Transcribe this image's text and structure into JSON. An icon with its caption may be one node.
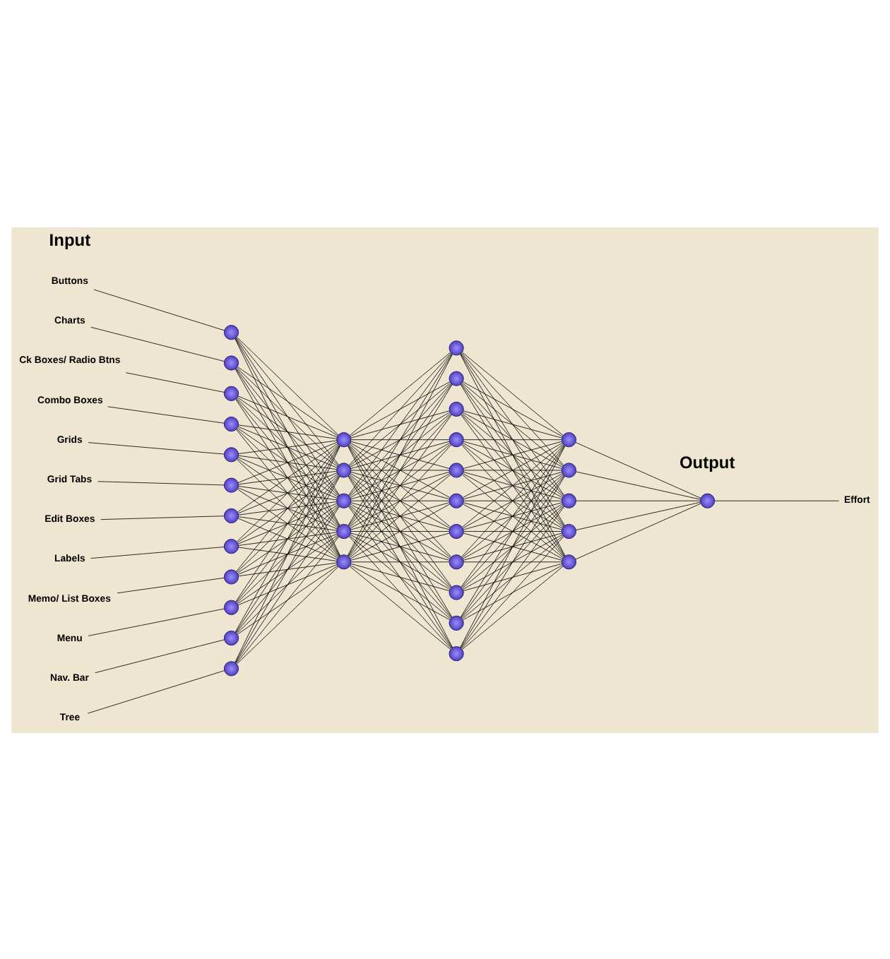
{
  "diagram": {
    "nodes": [
      {
        "text": [
          "Buttons"
        ]
      },
      {
        "text": [
          "Charts"
        ]
      },
      {
        "text": [
          "Ck Boxes/ Radio Btns"
        ]
      },
      {
        "text": [
          "Combo Boxes"
        ]
      },
      {
        "text": [
          "Grids"
        ]
      },
      {
        "text": [
          "Grid Tabs"
        ]
      },
      {
        "text": [
          "Edit Boxes"
        ]
      },
      {
        "text": [
          "Labels"
        ]
      },
      {
        "text": [
          "Memo/ List Boxes"
        ]
      },
      {
        "text": [
          "Menu"
        ]
      },
      {
        "text": [
          "Nav. Bar"
        ]
      },
      {
        "text": [
          "Tree"
        ]
      },
      {
        "text": [],
        "shape": "circle"
      },
      {
        "text": [],
        "shape": "circle"
      },
      {
        "text": [],
        "shape": "circle"
      },
      {
        "text": [],
        "shape": "circle"
      },
      {
        "text": [],
        "shape": "circle"
      },
      {
        "text": [],
        "shape": "circle"
      },
      {
        "text": [],
        "shape": "circle"
      },
      {
        "text": [],
        "shape": "circle"
      },
      {
        "text": [],
        "shape": "circle"
      },
      {
        "text": [],
        "shape": "circle"
      },
      {
        "text": [],
        "shape": "circle"
      },
      {
        "text": [],
        "shape": "circle"
      },
      {
        "text": [],
        "shape": "circle"
      },
      {
        "text": [],
        "shape": "circle"
      },
      {
        "text": [],
        "shape": "circle"
      },
      {
        "text": [],
        "shape": "circle"
      },
      {
        "text": [],
        "shape": "circle"
      },
      {
        "text": [],
        "shape": "circle"
      },
      {
        "text": [],
        "shape": "circle"
      },
      {
        "text": [],
        "shape": "circle"
      },
      {
        "text": [],
        "shape": "circle"
      },
      {
        "text": [],
        "shape": "circle"
      },
      {
        "text": [],
        "shape": "circle"
      },
      {
        "text": [],
        "shape": "circle"
      },
      {
        "text": [],
        "shape": "circle"
      },
      {
        "text": [],
        "shape": "circle"
      },
      {
        "text": [],
        "shape": "circle"
      },
      {
        "text": [],
        "shape": "circle"
      },
      {
        "text": [],
        "shape": "circle"
      },
      {
        "text": [],
        "shape": "circle"
      },
      {
        "text": [],
        "shape": "circle"
      },
      {
        "text": [],
        "shape": "circle"
      },
      {
        "text": [],
        "shape": "circle"
      },
      {
        "text": [],
        "shape": "circle"
      },
      {
        "text": [
          "Effort"
        ]
      }
    ],
    "edges": [
      {
        "from": 0,
        "to": 12,
        "arrow": "none"
      },
      {
        "from": 1,
        "to": 13,
        "arrow": "none"
      },
      {
        "from": 2,
        "to": 14,
        "arrow": "none"
      },
      {
        "from": 3,
        "to": 15,
        "arrow": "none"
      },
      {
        "from": 4,
        "to": 16,
        "arrow": "none"
      },
      {
        "from": 5,
        "to": 17,
        "arrow": "none"
      },
      {
        "from": 6,
        "to": 18,
        "arrow": "none"
      },
      {
        "from": 7,
        "to": 19,
        "arrow": "none"
      },
      {
        "from": 8,
        "to": 20,
        "arrow": "none"
      },
      {
        "from": 9,
        "to": 21,
        "arrow": "none"
      },
      {
        "from": 10,
        "to": 22,
        "arrow": "none"
      },
      {
        "from": 11,
        "to": 23,
        "arrow": "none"
      },
      {
        "from": 12,
        "to": 24,
        "arrow": "none"
      },
      {
        "from": 12,
        "to": 25,
        "arrow": "none"
      },
      {
        "from": 12,
        "to": 26,
        "arrow": "none"
      },
      {
        "from": 12,
        "to": 27,
        "arrow": "none"
      },
      {
        "from": 12,
        "to": 28,
        "arrow": "none"
      },
      {
        "from": 13,
        "to": 24,
        "arrow": "none"
      },
      {
        "from": 13,
        "to": 25,
        "arrow": "none"
      },
      {
        "from": 13,
        "to": 26,
        "arrow": "none"
      },
      {
        "from": 13,
        "to": 27,
        "arrow": "none"
      },
      {
        "from": 13,
        "to": 28,
        "arrow": "none"
      },
      {
        "from": 14,
        "to": 24,
        "arrow": "none"
      },
      {
        "from": 14,
        "to": 25,
        "arrow": "none"
      },
      {
        "from": 14,
        "to": 26,
        "arrow": "none"
      },
      {
        "from": 14,
        "to": 27,
        "arrow": "none"
      },
      {
        "from": 14,
        "to": 28,
        "arrow": "none"
      },
      {
        "from": 15,
        "to": 24,
        "arrow": "none"
      },
      {
        "from": 15,
        "to": 25,
        "arrow": "none"
      },
      {
        "from": 15,
        "to": 26,
        "arrow": "none"
      },
      {
        "from": 15,
        "to": 27,
        "arrow": "none"
      },
      {
        "from": 15,
        "to": 28,
        "arrow": "none"
      },
      {
        "from": 16,
        "to": 24,
        "arrow": "none"
      },
      {
        "from": 16,
        "to": 25,
        "arrow": "none"
      },
      {
        "from": 16,
        "to": 26,
        "arrow": "none"
      },
      {
        "from": 16,
        "to": 27,
        "arrow": "none"
      },
      {
        "from": 16,
        "to": 28,
        "arrow": "none"
      },
      {
        "from": 17,
        "to": 24,
        "arrow": "none"
      },
      {
        "from": 17,
        "to": 25,
        "arrow": "none"
      },
      {
        "from": 17,
        "to": 26,
        "arrow": "none"
      },
      {
        "from": 17,
        "to": 27,
        "arrow": "none"
      },
      {
        "from": 17,
        "to": 28,
        "arrow": "none"
      },
      {
        "from": 18,
        "to": 24,
        "arrow": "none"
      },
      {
        "from": 18,
        "to": 25,
        "arrow": "none"
      },
      {
        "from": 18,
        "to": 26,
        "arrow": "none"
      },
      {
        "from": 18,
        "to": 27,
        "arrow": "none"
      },
      {
        "from": 18,
        "to": 28,
        "arrow": "none"
      },
      {
        "from": 19,
        "to": 24,
        "arrow": "none"
      },
      {
        "from": 19,
        "to": 25,
        "arrow": "none"
      },
      {
        "from": 19,
        "to": 26,
        "arrow": "none"
      },
      {
        "from": 19,
        "to": 27,
        "arrow": "none"
      },
      {
        "from": 19,
        "to": 28,
        "arrow": "none"
      },
      {
        "from": 20,
        "to": 24,
        "arrow": "none"
      },
      {
        "from": 20,
        "to": 25,
        "arrow": "none"
      },
      {
        "from": 20,
        "to": 26,
        "arrow": "none"
      },
      {
        "from": 20,
        "to": 27,
        "arrow": "none"
      },
      {
        "from": 20,
        "to": 28,
        "arrow": "none"
      },
      {
        "from": 21,
        "to": 24,
        "arrow": "none"
      },
      {
        "from": 21,
        "to": 25,
        "arrow": "none"
      },
      {
        "from": 21,
        "to": 26,
        "arrow": "none"
      },
      {
        "from": 21,
        "to": 27,
        "arrow": "none"
      },
      {
        "from": 21,
        "to": 28,
        "arrow": "none"
      },
      {
        "from": 22,
        "to": 24,
        "arrow": "none"
      },
      {
        "from": 22,
        "to": 25,
        "arrow": "none"
      },
      {
        "from": 22,
        "to": 26,
        "arrow": "none"
      },
      {
        "from": 22,
        "to": 27,
        "arrow": "none"
      },
      {
        "from": 22,
        "to": 28,
        "arrow": "none"
      },
      {
        "from": 23,
        "to": 24,
        "arrow": "none"
      },
      {
        "from": 23,
        "to": 25,
        "arrow": "none"
      },
      {
        "from": 23,
        "to": 26,
        "arrow": "none"
      },
      {
        "from": 23,
        "to": 27,
        "arrow": "none"
      },
      {
        "from": 23,
        "to": 28,
        "arrow": "none"
      },
      {
        "from": 24,
        "to": 29,
        "arrow": "none"
      },
      {
        "from": 24,
        "to": 30,
        "arrow": "none"
      },
      {
        "from": 24,
        "to": 31,
        "arrow": "none"
      },
      {
        "from": 24,
        "to": 32,
        "arrow": "none"
      },
      {
        "from": 24,
        "to": 33,
        "arrow": "none"
      },
      {
        "from": 24,
        "to": 34,
        "arrow": "none"
      },
      {
        "from": 24,
        "to": 35,
        "arrow": "none"
      },
      {
        "from": 24,
        "to": 36,
        "arrow": "none"
      },
      {
        "from": 24,
        "to": 37,
        "arrow": "none"
      },
      {
        "from": 24,
        "to": 38,
        "arrow": "none"
      },
      {
        "from": 24,
        "to": 39,
        "arrow": "none"
      },
      {
        "from": 25,
        "to": 29,
        "arrow": "none"
      },
      {
        "from": 25,
        "to": 30,
        "arrow": "none"
      },
      {
        "from": 25,
        "to": 31,
        "arrow": "none"
      },
      {
        "from": 25,
        "to": 32,
        "arrow": "none"
      },
      {
        "from": 25,
        "to": 33,
        "arrow": "none"
      },
      {
        "from": 25,
        "to": 34,
        "arrow": "none"
      },
      {
        "from": 25,
        "to": 35,
        "arrow": "none"
      },
      {
        "from": 25,
        "to": 36,
        "arrow": "none"
      },
      {
        "from": 25,
        "to": 37,
        "arrow": "none"
      },
      {
        "from": 25,
        "to": 38,
        "arrow": "none"
      },
      {
        "from": 25,
        "to": 39,
        "arrow": "none"
      },
      {
        "from": 26,
        "to": 29,
        "arrow": "none"
      },
      {
        "from": 26,
        "to": 30,
        "arrow": "none"
      },
      {
        "from": 26,
        "to": 31,
        "arrow": "none"
      },
      {
        "from": 26,
        "to": 32,
        "arrow": "none"
      },
      {
        "from": 26,
        "to": 33,
        "arrow": "none"
      },
      {
        "from": 26,
        "to": 34,
        "arrow": "none"
      },
      {
        "from": 26,
        "to": 35,
        "arrow": "none"
      },
      {
        "from": 26,
        "to": 36,
        "arrow": "none"
      },
      {
        "from": 26,
        "to": 37,
        "arrow": "none"
      },
      {
        "from": 26,
        "to": 38,
        "arrow": "none"
      },
      {
        "from": 26,
        "to": 39,
        "arrow": "none"
      },
      {
        "from": 27,
        "to": 29,
        "arrow": "none"
      },
      {
        "from": 27,
        "to": 30,
        "arrow": "none"
      },
      {
        "from": 27,
        "to": 31,
        "arrow": "none"
      },
      {
        "from": 27,
        "to": 32,
        "arrow": "none"
      },
      {
        "from": 27,
        "to": 33,
        "arrow": "none"
      },
      {
        "from": 27,
        "to": 34,
        "arrow": "none"
      },
      {
        "from": 27,
        "to": 35,
        "arrow": "none"
      },
      {
        "from": 27,
        "to": 36,
        "arrow": "none"
      },
      {
        "from": 27,
        "to": 37,
        "arrow": "none"
      },
      {
        "from": 27,
        "to": 38,
        "arrow": "none"
      },
      {
        "from": 27,
        "to": 39,
        "arrow": "none"
      },
      {
        "from": 28,
        "to": 29,
        "arrow": "none"
      },
      {
        "from": 28,
        "to": 30,
        "arrow": "none"
      },
      {
        "from": 28,
        "to": 31,
        "arrow": "none"
      },
      {
        "from": 28,
        "to": 32,
        "arrow": "none"
      },
      {
        "from": 28,
        "to": 33,
        "arrow": "none"
      },
      {
        "from": 28,
        "to": 34,
        "arrow": "none"
      },
      {
        "from": 28,
        "to": 35,
        "arrow": "none"
      },
      {
        "from": 28,
        "to": 36,
        "arrow": "none"
      },
      {
        "from": 28,
        "to": 37,
        "arrow": "none"
      },
      {
        "from": 28,
        "to": 38,
        "arrow": "none"
      },
      {
        "from": 28,
        "to": 39,
        "arrow": "none"
      },
      {
        "from": 29,
        "to": 40,
        "arrow": "none"
      },
      {
        "from": 29,
        "to": 41,
        "arrow": "none"
      },
      {
        "from": 29,
        "to": 42,
        "arrow": "none"
      },
      {
        "from": 29,
        "to": 43,
        "arrow": "none"
      },
      {
        "from": 29,
        "to": 44,
        "arrow": "none"
      },
      {
        "from": 30,
        "to": 40,
        "arrow": "none"
      },
      {
        "from": 30,
        "to": 41,
        "arrow": "none"
      },
      {
        "from": 30,
        "to": 42,
        "arrow": "none"
      },
      {
        "from": 30,
        "to": 43,
        "arrow": "none"
      },
      {
        "from": 30,
        "to": 44,
        "arrow": "none"
      },
      {
        "from": 31,
        "to": 40,
        "arrow": "none"
      },
      {
        "from": 31,
        "to": 41,
        "arrow": "none"
      },
      {
        "from": 31,
        "to": 42,
        "arrow": "none"
      },
      {
        "from": 31,
        "to": 43,
        "arrow": "none"
      },
      {
        "from": 31,
        "to": 44,
        "arrow": "none"
      },
      {
        "from": 32,
        "to": 40,
        "arrow": "none"
      },
      {
        "from": 32,
        "to": 41,
        "arrow": "none"
      },
      {
        "from": 32,
        "to": 42,
        "arrow": "none"
      },
      {
        "from": 32,
        "to": 43,
        "arrow": "none"
      },
      {
        "from": 32,
        "to": 44,
        "arrow": "none"
      },
      {
        "from": 33,
        "to": 40,
        "arrow": "none"
      },
      {
        "from": 33,
        "to": 41,
        "arrow": "none"
      },
      {
        "from": 33,
        "to": 42,
        "arrow": "none"
      },
      {
        "from": 33,
        "to": 43,
        "arrow": "none"
      },
      {
        "from": 33,
        "to": 44,
        "arrow": "none"
      },
      {
        "from": 34,
        "to": 40,
        "arrow": "none"
      },
      {
        "from": 34,
        "to": 41,
        "arrow": "none"
      },
      {
        "from": 34,
        "to": 42,
        "arrow": "none"
      },
      {
        "from": 34,
        "to": 43,
        "arrow": "none"
      },
      {
        "from": 34,
        "to": 44,
        "arrow": "none"
      },
      {
        "from": 35,
        "to": 40,
        "arrow": "none"
      },
      {
        "from": 35,
        "to": 41,
        "arrow": "none"
      },
      {
        "from": 35,
        "to": 42,
        "arrow": "none"
      },
      {
        "from": 35,
        "to": 43,
        "arrow": "none"
      },
      {
        "from": 35,
        "to": 44,
        "arrow": "none"
      },
      {
        "from": 36,
        "to": 40,
        "arrow": "none"
      },
      {
        "from": 36,
        "to": 41,
        "arrow": "none"
      },
      {
        "from": 36,
        "to": 42,
        "arrow": "none"
      },
      {
        "from": 36,
        "to": 43,
        "arrow": "none"
      },
      {
        "from": 36,
        "to": 44,
        "arrow": "none"
      },
      {
        "from": 37,
        "to": 40,
        "arrow": "none"
      },
      {
        "from": 37,
        "to": 41,
        "arrow": "none"
      },
      {
        "from": 37,
        "to": 42,
        "arrow": "none"
      },
      {
        "from": 37,
        "to": 43,
        "arrow": "none"
      },
      {
        "from": 37,
        "to": 44,
        "arrow": "none"
      },
      {
        "from": 38,
        "to": 40,
        "arrow": "none"
      },
      {
        "from": 38,
        "to": 41,
        "arrow": "none"
      },
      {
        "from": 38,
        "to": 42,
        "arrow": "none"
      },
      {
        "from": 38,
        "to": 43,
        "arrow": "none"
      },
      {
        "from": 38,
        "to": 44,
        "arrow": "none"
      },
      {
        "from": 39,
        "to": 40,
        "arrow": "none"
      },
      {
        "from": 39,
        "to": 41,
        "arrow": "none"
      },
      {
        "from": 39,
        "to": 42,
        "arrow": "none"
      },
      {
        "from": 39,
        "to": 43,
        "arrow": "none"
      },
      {
        "from": 39,
        "to": 44,
        "arrow": "none"
      },
      {
        "from": 40,
        "to": 45,
        "arrow": "none"
      },
      {
        "from": 41,
        "to": 45,
        "arrow": "none"
      },
      {
        "from": 42,
        "to": 45,
        "arrow": "none"
      },
      {
        "from": 43,
        "to": 45,
        "arrow": "none"
      },
      {
        "from": 44,
        "to": 45,
        "arrow": "none"
      },
      {
        "from": 45,
        "to": 46,
        "arrow": "none"
      }
    ],
    "labels": [
      "Input",
      "Output"
    ]
  }
}
